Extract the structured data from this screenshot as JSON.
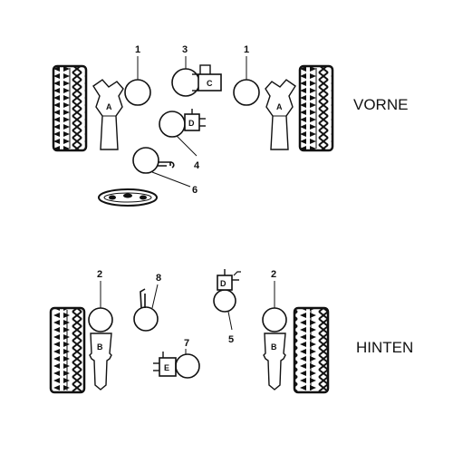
{
  "sections": {
    "front": "VORNE",
    "rear": "HINTEN"
  },
  "callouts": {
    "front_left": "1",
    "front_right": "1",
    "front_center_top": "3",
    "front_center_mid": "4",
    "front_center_low": "6",
    "rear_left": "2",
    "rear_right": "2",
    "rear_center_left": "8",
    "rear_center_right": "5",
    "rear_center_low": "7"
  },
  "component_letters": {
    "front_left_strut": "A",
    "front_right_strut": "A",
    "front_top_box": "C",
    "front_mid_box": "D",
    "rear_top_box": "D",
    "rear_left_shock": "B",
    "rear_right_shock": "B",
    "rear_low_box": "E"
  },
  "colors": {
    "ink": "#111111",
    "background": "#ffffff"
  }
}
